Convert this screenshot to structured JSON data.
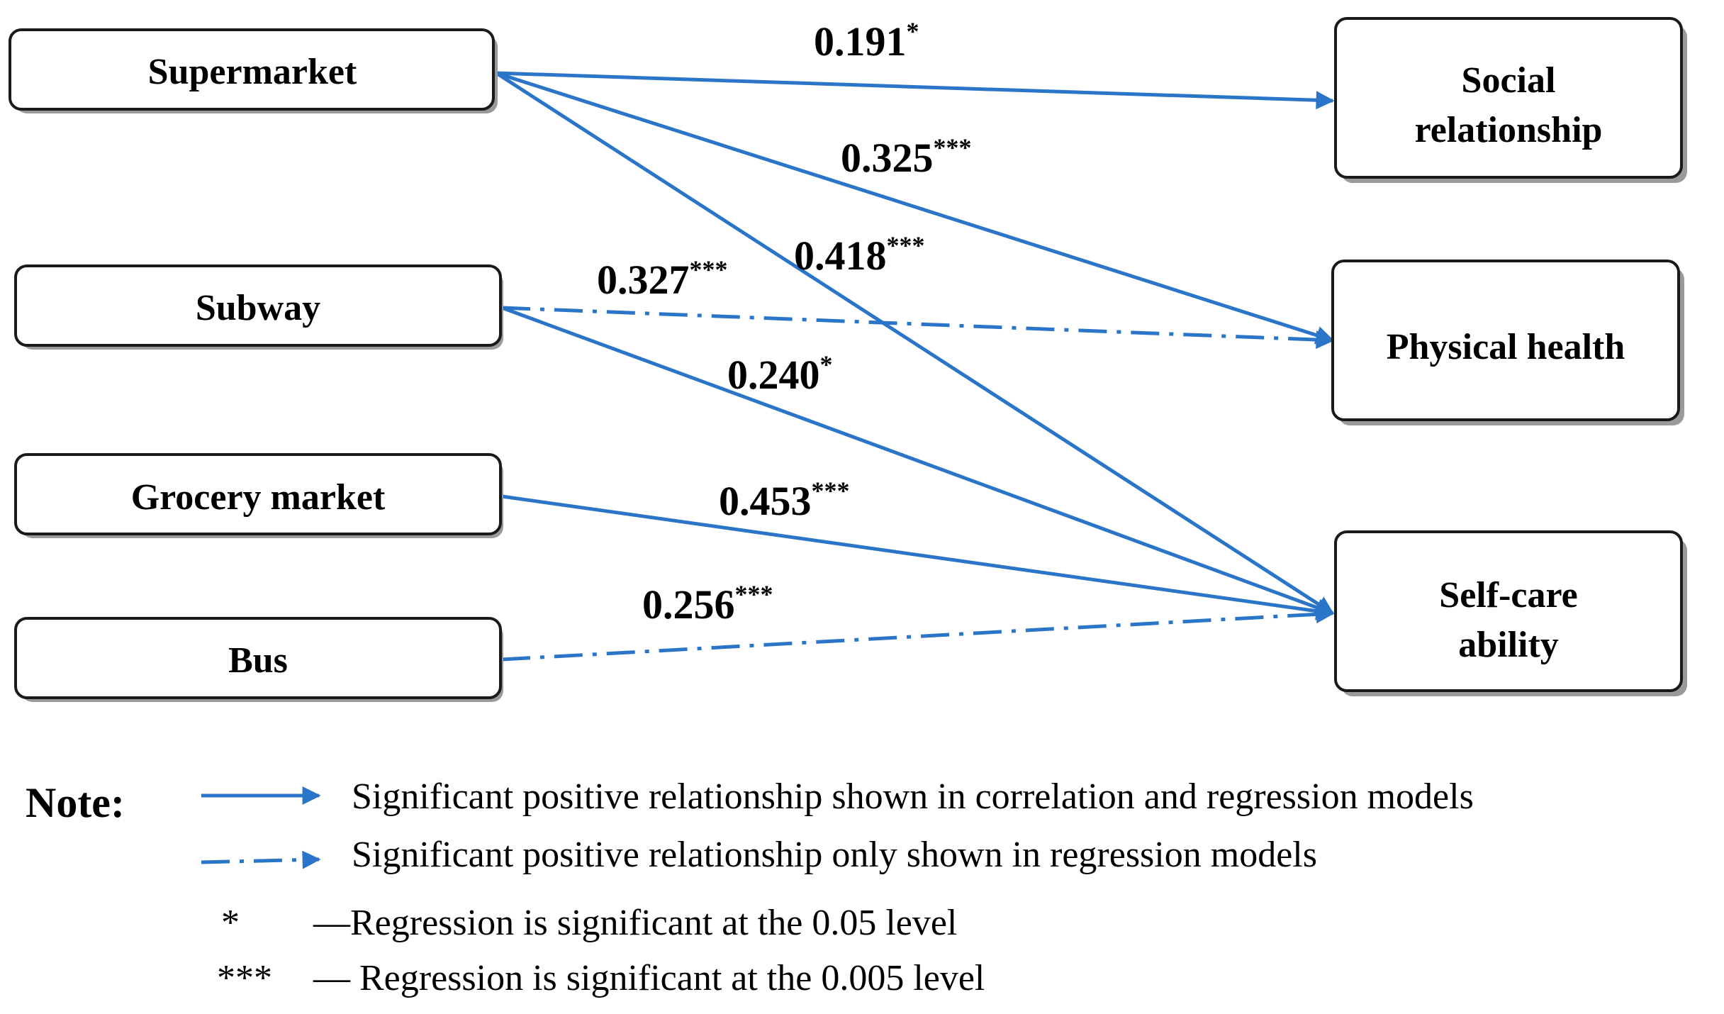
{
  "colors": {
    "arrow": "#2a75c8",
    "box_stroke": "#1a1a1a",
    "shadow": "#9a9a9a"
  },
  "sources": {
    "supermarket": "Supermarket",
    "subway": "Subway",
    "grocery": "Grocery market",
    "bus": "Bus"
  },
  "targets": {
    "social": [
      "Social",
      "relationship"
    ],
    "physical": [
      "Physical health"
    ],
    "selfcare": [
      "Self-care",
      "ability"
    ]
  },
  "relationships": [
    {
      "from": "Supermarket",
      "to": "Social relationship",
      "coef": "0.191",
      "stars": "*",
      "style": "solid"
    },
    {
      "from": "Supermarket",
      "to": "Physical health",
      "coef": "0.325",
      "stars": "***",
      "style": "solid"
    },
    {
      "from": "Supermarket",
      "to": "Self-care ability",
      "coef": "0.418",
      "stars": "***",
      "style": "solid"
    },
    {
      "from": "Subway",
      "to": "Physical health",
      "coef": "0.327",
      "stars": "***",
      "style": "dashdot"
    },
    {
      "from": "Subway",
      "to": "Self-care ability",
      "coef": "0.240",
      "stars": "*",
      "style": "solid"
    },
    {
      "from": "Grocery market",
      "to": "Self-care ability",
      "coef": "0.453",
      "stars": "***",
      "style": "solid"
    },
    {
      "from": "Bus",
      "to": "Self-care ability",
      "coef": "0.256",
      "stars": "***",
      "style": "dashdot"
    }
  ],
  "legend": {
    "title": "Note:",
    "solid_text": "Significant positive relationship shown in correlation and regression models",
    "dashdot_text": "Significant positive relationship only shown in regression models",
    "star1_symbol": "*",
    "star1_text": "—Regression is significant at the 0.05 level",
    "star3_symbol": "***",
    "star3_text": "— Regression is significant at the 0.005 level"
  }
}
